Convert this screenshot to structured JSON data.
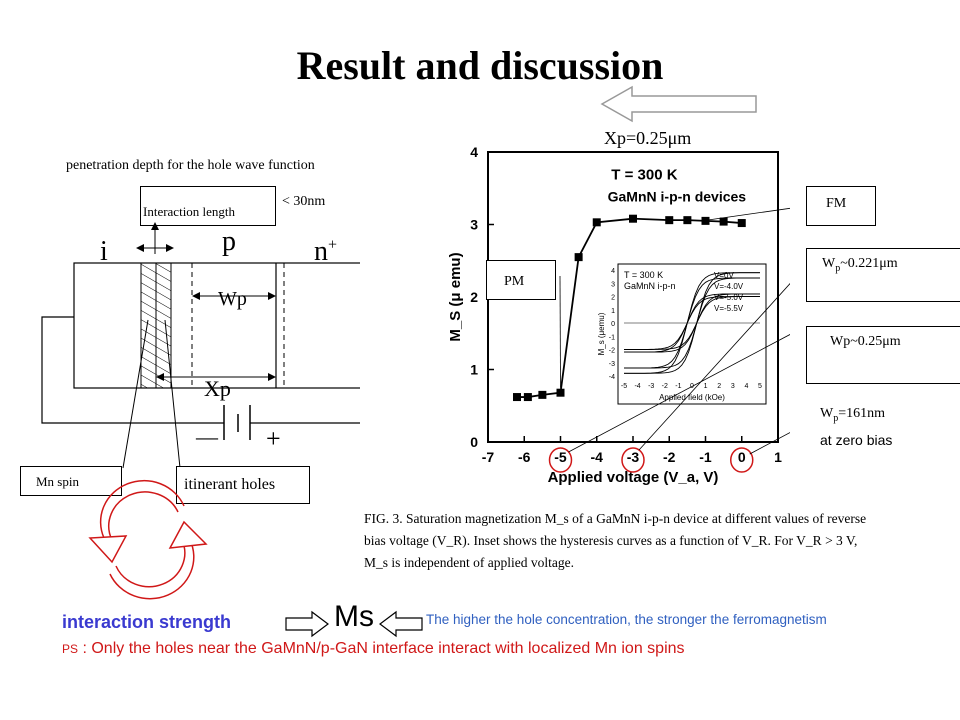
{
  "title": "Result and discussion",
  "device": {
    "penetration_caption": "penetration depth for the hole wave function",
    "interaction_length_label": "Interaction length",
    "less_than_label": "< 30nm",
    "region_i": "i",
    "region_p": "p",
    "region_n": "n",
    "region_n_sup": "+",
    "wp_label": "Wp",
    "xp_label": "Xp",
    "battery_minus": "—",
    "battery_plus": "+",
    "mn_spin_label": "Mn spin",
    "itinerant_holes_label": "itinerant holes"
  },
  "graph": {
    "xp_header": "Xp=0.25μm",
    "fm_label": "FM",
    "pm_label": "PM",
    "wp_221_label": "W",
    "wp_221_sub": "p",
    "wp_221_value": "~0.221μm",
    "wp_025_label": "Wp~0.25μm",
    "wp_161_label": "W",
    "wp_161_sub": "p",
    "wp_161_value": "=161nm",
    "wp_161_line2": "at zero bias",
    "caption": "FIG. 3.  Saturation magnetization M_s of a GaMnN i-p-n device at different values of reverse bias voltage (V_R). Inset shows the hysteresis curves as a function of V_R. For V_R > 3 V, M_s is independent of applied voltage."
  },
  "chart_data": {
    "type": "line",
    "title": "T = 300 K",
    "subtitle": "GaMnN i-p-n devices",
    "xlabel": "Applied voltage (V_a, V)",
    "ylabel": "M_S (μ emu)",
    "xlim": [
      -7,
      1
    ],
    "ylim": [
      0,
      4
    ],
    "x_ticks": [
      "-7",
      "-6",
      "-5",
      "-4",
      "-3",
      "-2",
      "-1",
      "0",
      "1"
    ],
    "y_ticks": [
      "0",
      "1",
      "2",
      "3",
      "4"
    ],
    "x": [
      -6.2,
      -5.9,
      -5.5,
      -5.0,
      -4.5,
      -4.0,
      -3.0,
      -2.0,
      -1.5,
      -1.0,
      -0.5,
      0.0
    ],
    "y": [
      0.62,
      0.62,
      0.65,
      0.68,
      2.55,
      3.03,
      3.08,
      3.06,
      3.06,
      3.05,
      3.04,
      3.02
    ],
    "inset": {
      "title": "T = 300 K",
      "subtitle": "GaMnN i-p-n",
      "legend": [
        "V=0V",
        "V=-4.0V",
        "V=-5.0V",
        "V=-5.5V"
      ],
      "xlabel": "Applied field (kOe)",
      "ylabel": "M_s (μemu)",
      "x_ticks": [
        "-5",
        "-4",
        "-3",
        "-2",
        "-1",
        "0",
        "1",
        "2",
        "3",
        "4",
        "5"
      ],
      "y_ticks": [
        "4",
        "3",
        "2",
        "1",
        "0",
        "-1",
        "-2",
        "-3",
        "-4"
      ]
    }
  },
  "bottom": {
    "interaction_strength": "interaction strength",
    "ms_label": "Ms",
    "higher_note": "The higher the hole concentration, the stronger the ferromagnetism",
    "ps_prefix": "PS",
    "ps_text": " : Only the holes near the GaMnN/p-GaN interface interact with localized Mn ion spins"
  },
  "colors": {
    "blue": "#3a3ad0",
    "red": "#d01818",
    "grey_arrow": "#888888",
    "caption_blue": "#3060c0"
  }
}
